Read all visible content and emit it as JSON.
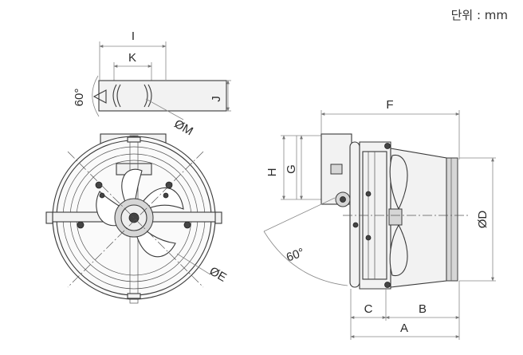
{
  "unit_label": "단위 : mm",
  "labels": {
    "I": "I",
    "K": "K",
    "J": "J",
    "angle_top": "60°",
    "M": "ØM",
    "E": "ØE",
    "F": "F",
    "G": "G",
    "H": "H",
    "D": "ØD",
    "angle_side": "60°",
    "C": "C",
    "B": "B",
    "A": "A"
  }
}
